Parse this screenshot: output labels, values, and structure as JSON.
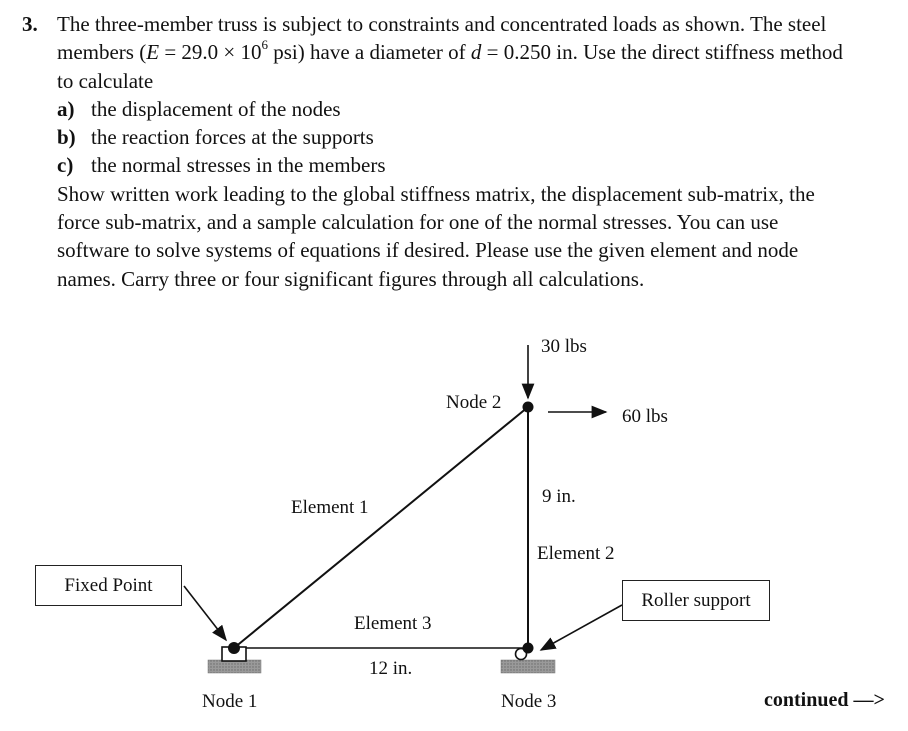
{
  "problem": {
    "number": "3.",
    "lines": [
      "The three-member truss is subject to constraints and concentrated loads as shown. The steel",
      "to calculate"
    ],
    "line2_pre": "members (",
    "line2_E": "E",
    "line2_eq": " = 29.0 × 10",
    "line2_exp": "6",
    "line2_mid": " psi) have a diameter of ",
    "line2_d": "d",
    "line2_post": " = 0.250 in. Use the direct stiffness method",
    "parts": [
      {
        "label": "a)",
        "text": "the displacement of the nodes"
      },
      {
        "label": "b)",
        "text": "the reaction forces at the supports"
      },
      {
        "label": "c)",
        "text": "the normal stresses in the members"
      }
    ],
    "instructions": [
      "Show written work leading to the global stiffness matrix, the displacement sub-matrix, the",
      "force sub-matrix, and a sample calculation for one of the normal stresses. You can use",
      "software to solve systems of equations if desired. Please use the given element and node",
      "names. Carry three or four significant figures through all calculations."
    ]
  },
  "figure": {
    "load_vertical": "30 lbs",
    "load_horizontal": "60 lbs",
    "node1": "Node 1",
    "node2": "Node 2",
    "node3": "Node 3",
    "element1": "Element 1",
    "element2": "Element 2",
    "element3": "Element 3",
    "height_dim": "9 in.",
    "width_dim": "12 in.",
    "fixed_label": "Fixed Point",
    "roller_label": "Roller support"
  },
  "footer": {
    "continued": "continued —>"
  }
}
